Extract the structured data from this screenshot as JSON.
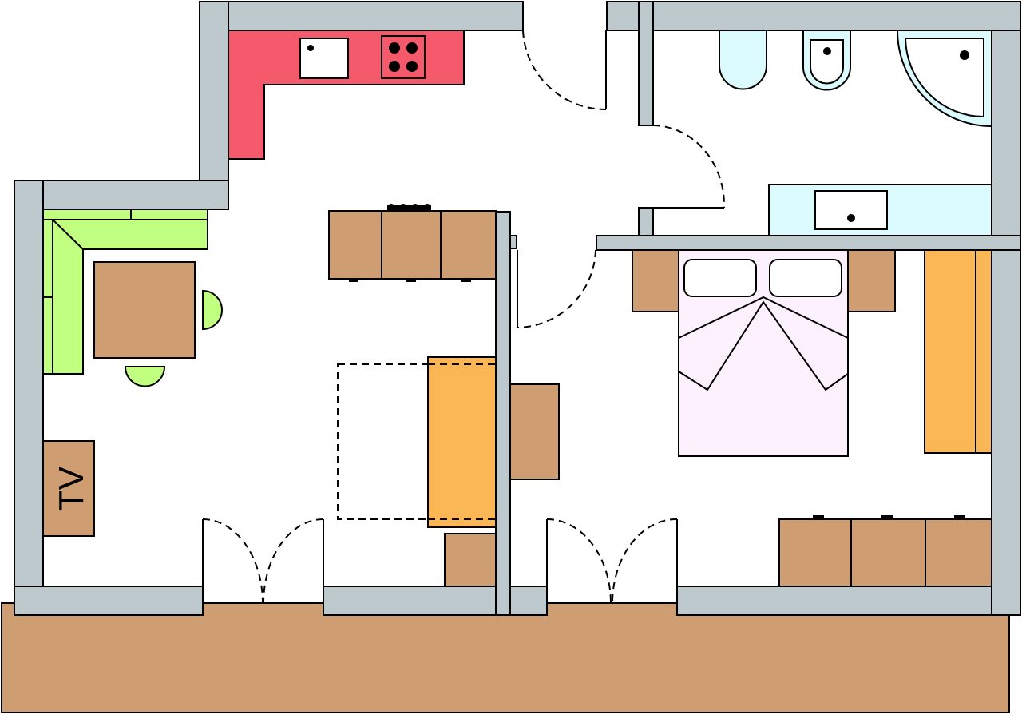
{
  "tv": {
    "label": "TV"
  },
  "colors": {
    "wall": "#bdc9cc",
    "outline": "#000000",
    "floor": "#ffffff",
    "terrace": "#cf9d72",
    "kitchen": "#f45a6c",
    "wood": "#cf9d72",
    "sofa": "#c0ff80",
    "chair": "#c0ff80",
    "sofabed": "#fbb656",
    "wardrobe": "#fbb656",
    "bed": "#fcf1fc",
    "bathroom_fixture": "#dcfbff",
    "sink": "#ffffff",
    "hob": "#f45a6c"
  },
  "icons": {
    "doors": "dashed-arc-door-swing",
    "sofabed_extension": "dashed-rectangle"
  }
}
